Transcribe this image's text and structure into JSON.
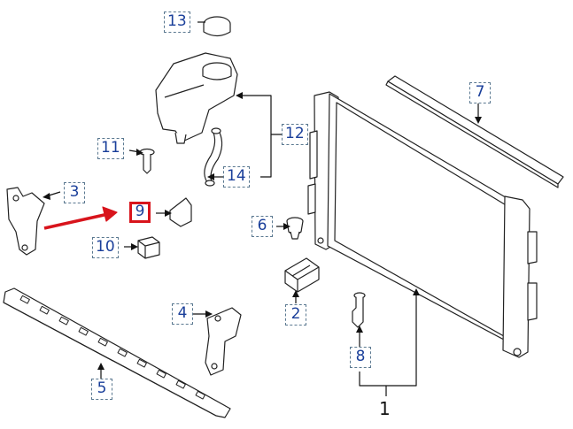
{
  "diagram": {
    "callouts": {
      "c1": "1",
      "c2": "2",
      "c3": "3",
      "c4": "4",
      "c5": "5",
      "c6": "6",
      "c7": "7",
      "c8": "8",
      "c9": "9",
      "c10": "10",
      "c11": "11",
      "c12": "12",
      "c13": "13",
      "c14": "14"
    },
    "highlight_color": "#d8141c",
    "callout_text_color": "#1a3f9a"
  }
}
